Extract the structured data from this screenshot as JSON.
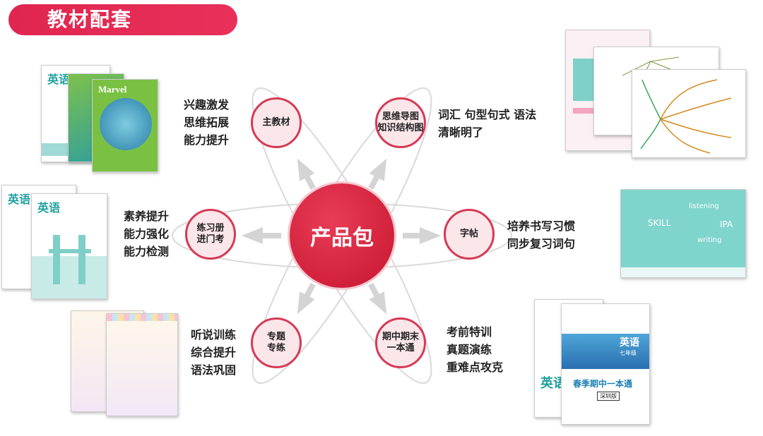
{
  "header": {
    "title": "教材配套"
  },
  "hub": {
    "label": "产品包"
  },
  "nodes": [
    {
      "id": "main",
      "label": [
        "主教材"
      ],
      "desc": [
        "兴趣激发",
        "思维拓展",
        "能力提升"
      ]
    },
    {
      "id": "mindmap",
      "label": [
        "思维导图",
        "知识结构图"
      ],
      "desc": [
        "词汇 句型句式 语法",
        "清晰明了"
      ]
    },
    {
      "id": "practice",
      "label": [
        "练习册",
        "进门考"
      ],
      "desc": [
        "素养提升",
        "能力强化",
        "能力检测"
      ]
    },
    {
      "id": "copybook",
      "label": [
        "字帖"
      ],
      "desc": [
        "培养书写习惯",
        "同步复习词句"
      ]
    },
    {
      "id": "topic",
      "label": [
        "专题",
        "专练"
      ],
      "desc": [
        "听说训练",
        "综合提升",
        "语法巩固"
      ]
    },
    {
      "id": "exam",
      "label": [
        "期中期末",
        "一本通"
      ],
      "desc": [
        "考前特训",
        "真题演练",
        "重难点攻克"
      ]
    }
  ],
  "books": {
    "main_cover_title": "英语",
    "marvel_title": "Marvel",
    "practice_title_1": "英语",
    "practice_title_2": "英语",
    "copybook_words": [
      "listening",
      "SKILL",
      "IPA",
      "writing"
    ],
    "exam_title": "英语",
    "exam_grade": "七年级",
    "exam_subtitle": "春季期中一本通",
    "exam_badge": "深圳版",
    "exam_back_title": "英语"
  },
  "colors": {
    "accent": "#d63a55",
    "hub": "#c8152f",
    "node_fill": "#fbe7ea",
    "teal": "#9fdad6"
  }
}
